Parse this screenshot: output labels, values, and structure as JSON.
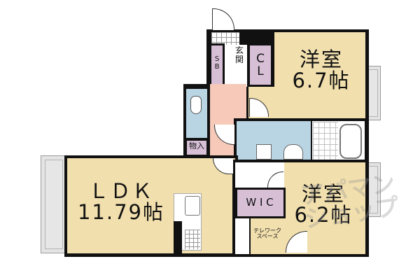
{
  "floorplan": {
    "rooms": {
      "western_room_1": {
        "name": "洋室",
        "size": "6.7帖"
      },
      "western_room_2": {
        "name": "洋室",
        "size": "6.2帖"
      },
      "ldk": {
        "name": "ＬＤＫ",
        "size": "11.79帖"
      },
      "closet": {
        "line1": "C",
        "line2": "L"
      },
      "shoe_box": {
        "line1": "S",
        "line2": "B"
      },
      "entrance": {
        "line1": "玄",
        "line2": "関"
      },
      "storage": {
        "name": "物入"
      },
      "wic": {
        "name": "W I C"
      },
      "telework": {
        "line1": "テレワーク",
        "line2": "スペース"
      }
    },
    "watermark": {
      "line1": "アパマン",
      "line2": "ショップ"
    },
    "colors": {
      "room": "#f1dfad",
      "hallway": "#f6c9b8",
      "wet_area": "#b9d4e3",
      "storage": "#d7bfd6",
      "wall": "#111111",
      "balcony": "#e4e4e4"
    }
  }
}
